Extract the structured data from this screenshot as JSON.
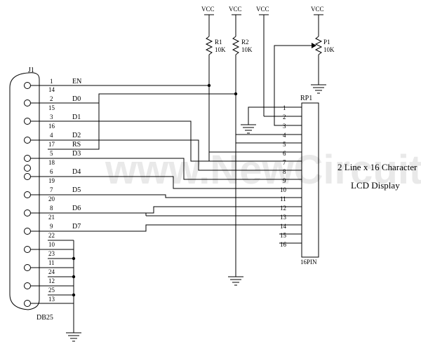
{
  "watermark": "www.NewCircuits.com",
  "connector": {
    "ref": "J1",
    "name": "DB25",
    "pins_left": [
      "1",
      "14",
      "2",
      "15",
      "3",
      "16",
      "4",
      "17",
      "5",
      "18",
      "6",
      "19",
      "7",
      "20",
      "8",
      "21",
      "9",
      "22",
      "10",
      "23",
      "11",
      "24",
      "12",
      "25",
      "13"
    ]
  },
  "signals": {
    "en": "EN",
    "d0": "D0",
    "d1": "D1",
    "d2": "D2",
    "rs": "RS",
    "d3": "D3",
    "d4": "D4",
    "d5": "D5",
    "d6": "D6",
    "d7": "D7"
  },
  "supplies": [
    "VCC",
    "VCC",
    "VCC",
    "VCC"
  ],
  "resistors": [
    {
      "ref": "R1",
      "value": "10K"
    },
    {
      "ref": "R2",
      "value": "10K"
    }
  ],
  "pot": {
    "ref": "P1",
    "value": "10K"
  },
  "lcd_header": {
    "ref": "RP1",
    "part": "16PIN",
    "pins": [
      "1",
      "2",
      "3",
      "4",
      "5",
      "6",
      "7",
      "8",
      "9",
      "10",
      "11",
      "12",
      "13",
      "14",
      "15",
      "16"
    ]
  },
  "lcd_label": {
    "line1": "2 Line x 16 Character",
    "line2": "LCD Display"
  }
}
